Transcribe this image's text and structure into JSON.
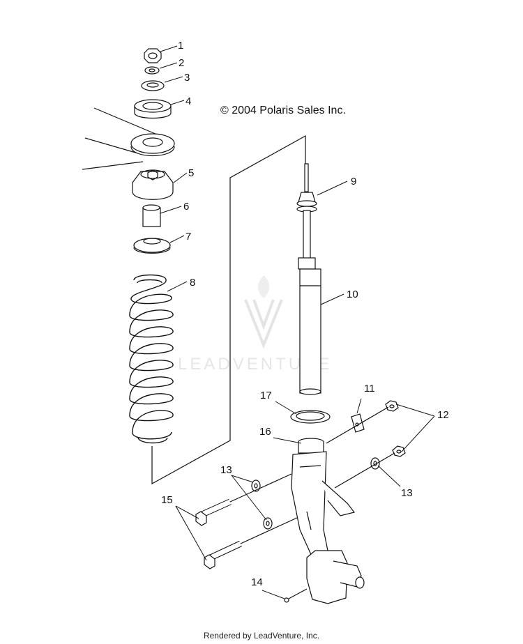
{
  "copyright": "© 2004 Polaris Sales Inc.",
  "footer": "Rendered by LeadVenture, Inc.",
  "watermark": "LEADVENTURE",
  "colors": {
    "line": "#111111",
    "watermark": "#e4e4e4",
    "background": "#ffffff"
  },
  "callouts": [
    {
      "id": "c1",
      "label": "1"
    },
    {
      "id": "c2",
      "label": "2"
    },
    {
      "id": "c3",
      "label": "3"
    },
    {
      "id": "c4",
      "label": "4"
    },
    {
      "id": "c5",
      "label": "5"
    },
    {
      "id": "c6",
      "label": "6"
    },
    {
      "id": "c7",
      "label": "7"
    },
    {
      "id": "c8",
      "label": "8"
    },
    {
      "id": "c9",
      "label": "9"
    },
    {
      "id": "c10",
      "label": "10"
    },
    {
      "id": "c11",
      "label": "11"
    },
    {
      "id": "c12",
      "label": "12"
    },
    {
      "id": "c13a",
      "label": "13"
    },
    {
      "id": "c13b",
      "label": "13"
    },
    {
      "id": "c14",
      "label": "14"
    },
    {
      "id": "c15",
      "label": "15"
    },
    {
      "id": "c16",
      "label": "16"
    },
    {
      "id": "c17",
      "label": "17"
    }
  ]
}
